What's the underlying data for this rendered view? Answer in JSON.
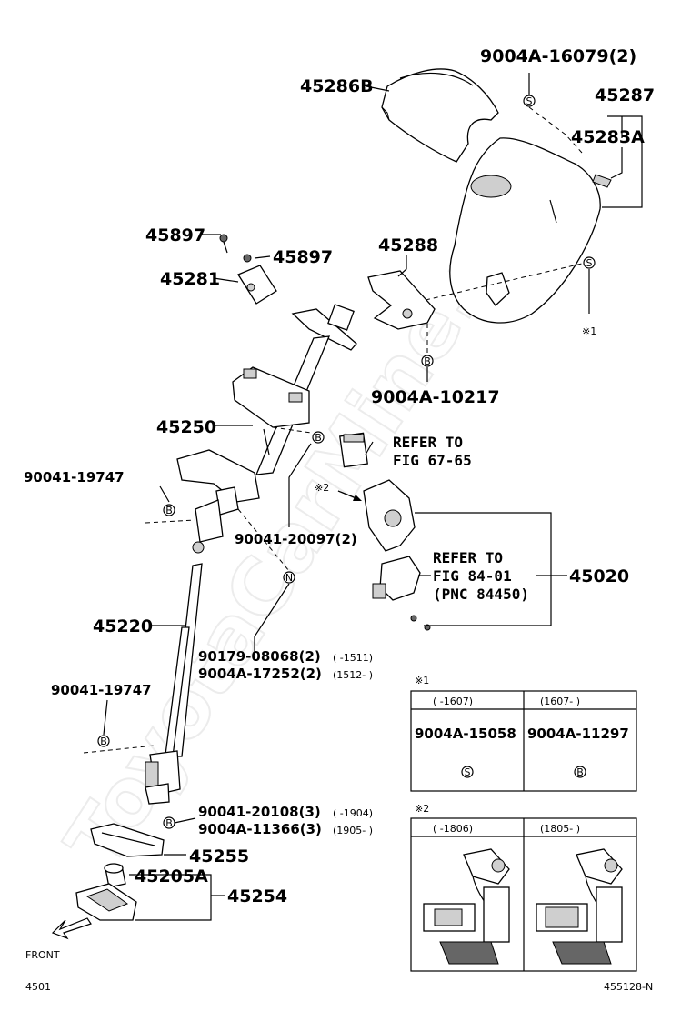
{
  "watermark": "ToyotaCarMine.ru",
  "parts": {
    "p9004A_16079": "9004A-16079(2)",
    "p45286B": "45286B",
    "p45287": "45287",
    "p45283A": "45283A",
    "p45897a": "45897",
    "p45897b": "45897",
    "p45281": "45281",
    "p45288": "45288",
    "p9004A_10217": "9004A-10217",
    "p45250": "45250",
    "p90041_19747a": "90041-19747",
    "p90041_20097": "90041-20097(2)",
    "p45220": "45220",
    "p90179_08068": "90179-08068(2)",
    "p90179_08068_range": "( -1511)",
    "p9004A_17252": "9004A-17252(2)",
    "p9004A_17252_range": "(1512- )",
    "p90041_19747b": "90041-19747",
    "p90041_20108": "90041-20108(3)",
    "p90041_20108_range": "( -1904)",
    "p9004A_11366": "9004A-11366(3)",
    "p9004A_11366_range": "(1905- )",
    "p45255": "45255",
    "p45205A": "45205A",
    "p45254": "45254",
    "p45020": "45020"
  },
  "refs": {
    "fig67_line1": "REFER TO",
    "fig67_line2": "FIG 67-65",
    "fig84_line1": "REFER TO",
    "fig84_line2": "FIG 84-01",
    "fig84_line3": "(PNC 84450)"
  },
  "notes": {
    "note1": "※1",
    "note2": "※2",
    "arrow_note2": "※2"
  },
  "symbols": {
    "s": "S",
    "b": "B",
    "n": "N"
  },
  "table1": {
    "marker": "※1",
    "col1_range": "( -1607)",
    "col2_range": "(1607- )",
    "col1_part": "9004A-15058",
    "col2_part": "9004A-11297",
    "col1_symbol": "S",
    "col2_symbol": "B"
  },
  "table2": {
    "marker": "※2",
    "col1_range": "( -1806)",
    "col2_range": "(1805- )"
  },
  "footer": {
    "front": "FRONT",
    "page": "4501",
    "code": "455128-N"
  }
}
